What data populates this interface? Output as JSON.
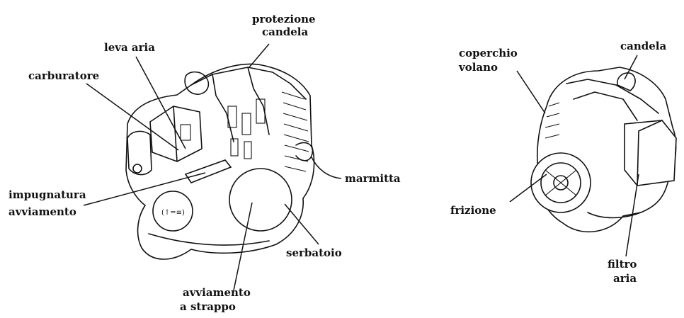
{
  "left_engine": {
    "labels": {
      "protezione_candela": [
        "protezione",
        "candela"
      ],
      "leva_aria": "leva aria",
      "carburatore": "carburatore",
      "marmitta": "marmitta",
      "impugnatura_avviamento": [
        "impugnatura",
        "avviamento"
      ],
      "serbatoio": "serbatoio",
      "avviamento_a_strappo": [
        "avviamento",
        "a strappo"
      ]
    }
  },
  "right_engine": {
    "labels": {
      "coperchio_volano": [
        "coperchio",
        "volano"
      ],
      "candela": "candela",
      "frizione": "frizione",
      "filtro_aria": [
        "filtro",
        "aria"
      ]
    }
  }
}
